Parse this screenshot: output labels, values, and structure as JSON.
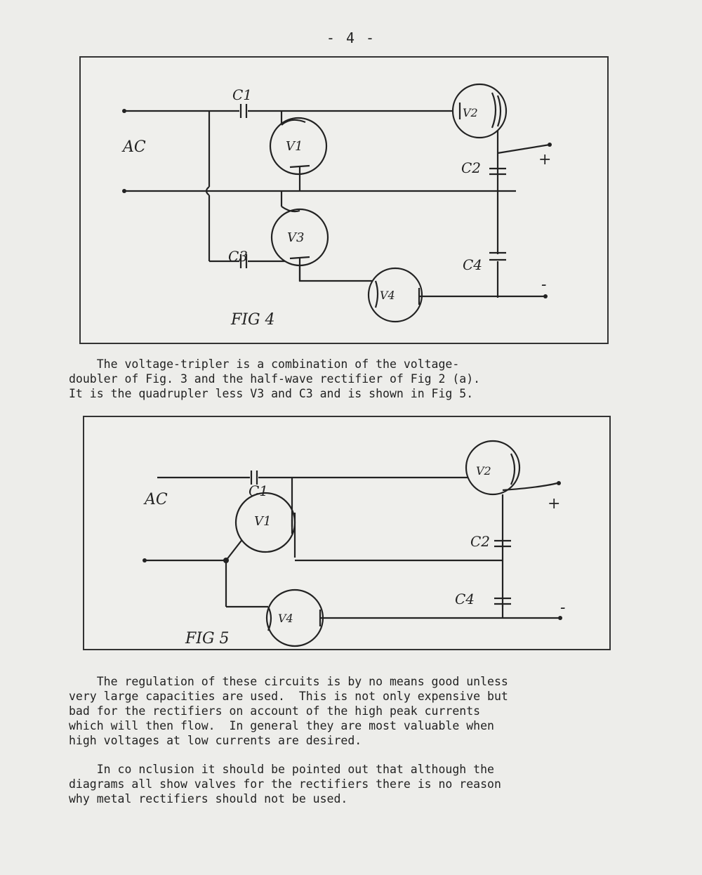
{
  "page": {
    "number": "- 4 -"
  },
  "fig4": {
    "caption": "FIG 4",
    "ac": "AC",
    "c1": "C1",
    "c2": "C2",
    "c3": "C3",
    "c4": "C4",
    "v1": "V1",
    "v2": "V2",
    "v3": "V3",
    "v4": "V4",
    "plus": "+",
    "minus": "-"
  },
  "fig5": {
    "caption": "FIG 5",
    "ac": "AC",
    "c1": "C1",
    "c2": "C2",
    "c4": "C4",
    "v1": "V1",
    "v2": "V2",
    "v4": "V4",
    "plus": "+",
    "minus": "-"
  },
  "text": {
    "para1": "    The voltage-tripler is a combination of the voltage-\ndoubler of Fig. 3 and the half-wave rectifier of Fig 2 (a).\nIt is the quadrupler less V3 and C3 and is shown in Fig 5.",
    "para2": "    The regulation of these circuits is by no means good unless\nvery large capacities are used.  This is not only expensive but\nbad for the rectifiers on account of the high peak currents\nwhich will then flow.  In general they are most valuable when\nhigh voltages at low currents are desired.",
    "para3": "    In co nclusion it should be pointed out that although the\ndiagrams all show valves for the rectifiers there is no reason\nwhy metal rectifiers should not be used."
  }
}
